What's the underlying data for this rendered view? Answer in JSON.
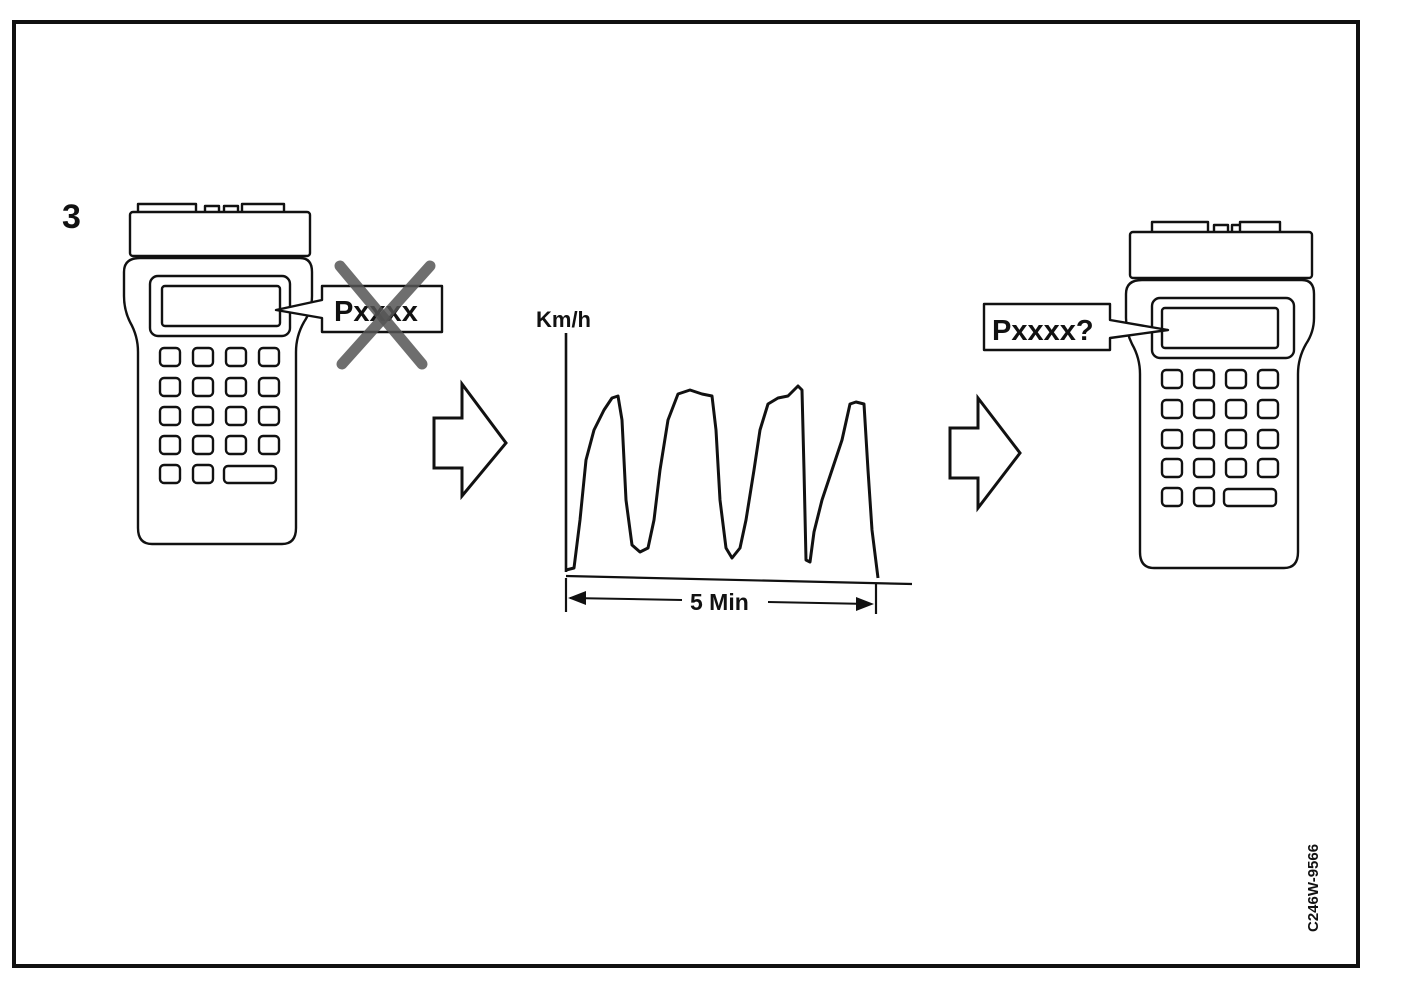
{
  "figure": {
    "step_number": "3",
    "figure_code": "C246W-9566"
  },
  "left_device": {
    "bubble_text": "Pxxxx",
    "crossed_out": true
  },
  "speed_graph": {
    "y_axis_label": "Km/h",
    "duration_label": "5 Min"
  },
  "right_device": {
    "bubble_text": "Pxxxx?"
  },
  "icons": [
    "scan-tool-icon",
    "arrow-right-icon",
    "cross-out-icon"
  ]
}
